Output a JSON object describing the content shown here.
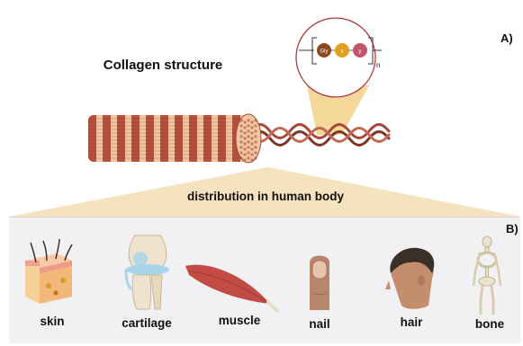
{
  "panel_a": {
    "label": "A)",
    "title": "Collagen structure",
    "unit_labels": [
      "Gly",
      "x",
      "y"
    ],
    "repeat_subscript": "n"
  },
  "panel_b": {
    "label": "B)",
    "caption": "distribution in human body",
    "organs": [
      "skin",
      "cartilage",
      "muscle",
      "nail",
      "hair",
      "bone"
    ]
  },
  "colors": {
    "fiber_dark": "#b5513f",
    "fiber_light": "#f0c7a3",
    "gly": "#8a4a1c",
    "x": "#e0a020",
    "y": "#c0566a",
    "zoom_cone": "#f5dfb0",
    "panel_bg": "#f1f1f3"
  }
}
